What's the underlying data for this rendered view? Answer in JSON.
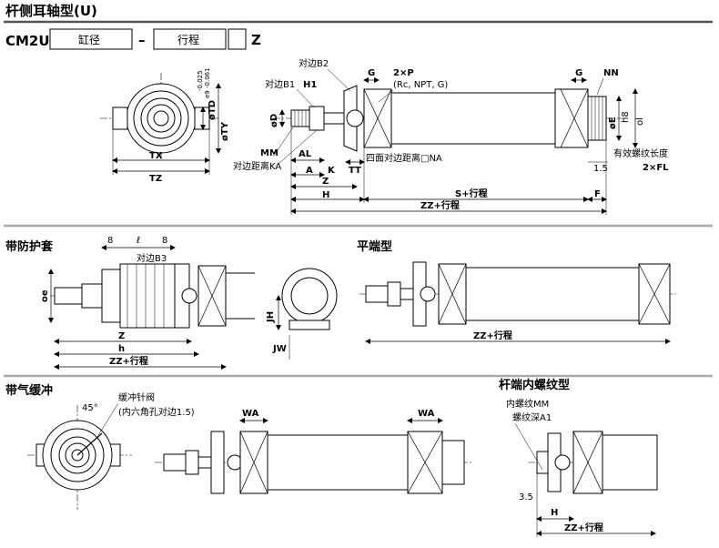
{
  "header": {
    "title": "杆侧耳轴型(U)",
    "model_prefix": "CM2U",
    "bore_box": "缸径",
    "dash": "–",
    "stroke_box": "行程",
    "suffix": "Z"
  },
  "sections": {
    "boot": "带防护套",
    "flat_end": "平端型",
    "air_cushion": "带气缓冲",
    "rod_female": "杆端内螺纹型"
  },
  "labels": {
    "opposite_b2": "对边B2",
    "opposite_b1": "对边B1",
    "h1": "H1",
    "g": "G",
    "port": "2×P",
    "port_types": "(Rc, NPT, G)",
    "nn": "NN",
    "phi_d": "øD",
    "phi_e": "øE",
    "h8": "h8",
    "ol": "ol",
    "mm": "MM",
    "opposite_dist_ka": "对边距离KA",
    "al": "AL",
    "a": "A",
    "k": "K",
    "tt": "TT",
    "na": "四面对边距离□NA",
    "thread_len": "有效螺纹长度",
    "fl": "2×FL",
    "dim_15": "1.5",
    "z": "Z",
    "h": "H",
    "s_stroke": "S+行程",
    "f": "F",
    "zz_stroke": "ZZ+行程",
    "tx": "TX",
    "tz": "TZ",
    "td": "øTD",
    "ty": "øTY",
    "tol1": "-0.025",
    "tol2": "e9 -0.061",
    "boot_8a": "8",
    "boot_l": "ℓ",
    "boot_8b": "8",
    "opposite_b3": "对边B3",
    "oe": "oe",
    "jh": "JH",
    "jw": "JW",
    "h_small": "h",
    "cushion_valve": "缓冲针阀",
    "hex_hole": "(内六角孔对边1.5)",
    "deg45": "45°",
    "wa": "WA",
    "female_mm": "内螺纹MM",
    "female_a1": "螺纹深A1",
    "dim_35": "3.5"
  }
}
